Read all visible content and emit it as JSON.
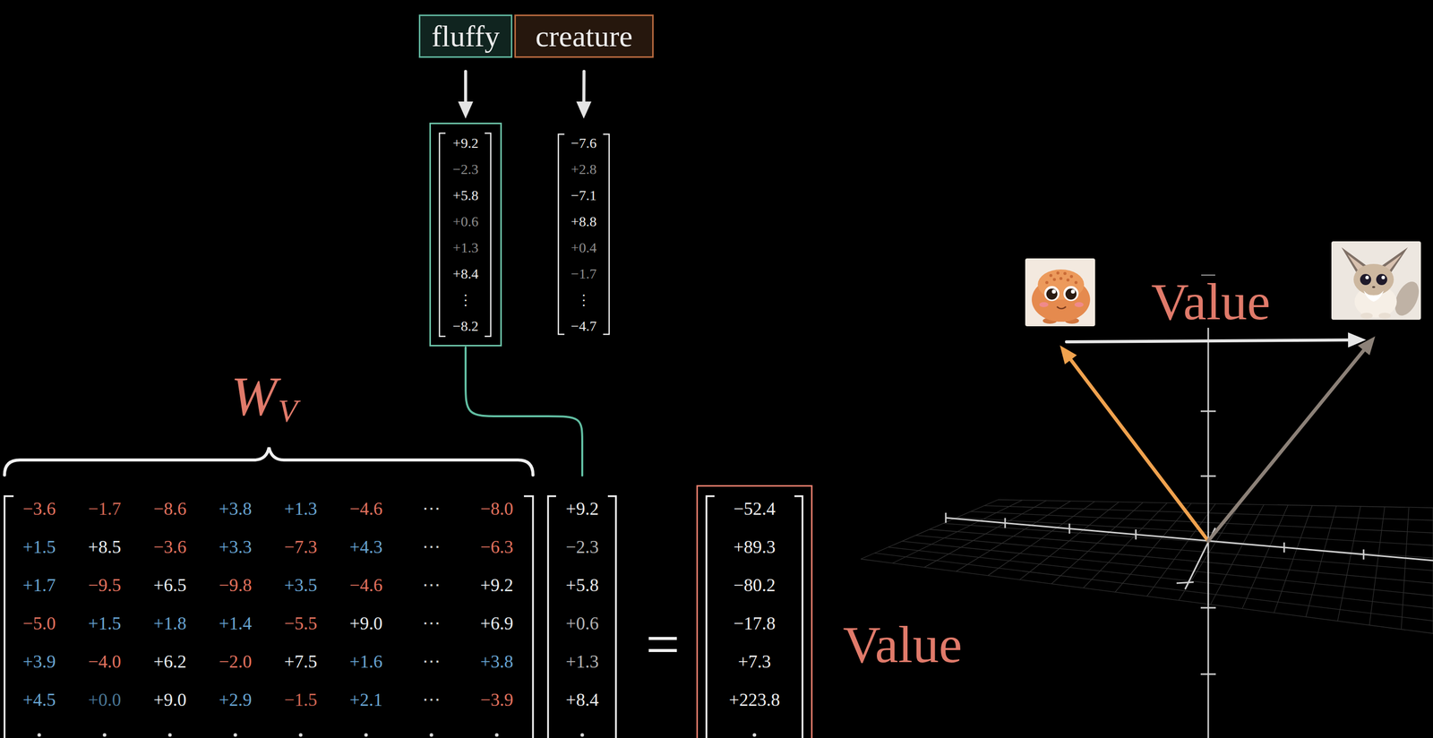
{
  "diagram": {
    "nodes": [
      {
        "text": [
          "fluffy"
        ]
      },
      {
        "text": [
          "creature"
        ]
      },
      {
        "text": [
          "+9.2",
          "−2.3",
          "+5.8",
          "+0.6",
          "+1.3",
          "+8.4",
          "⋮",
          "−8.2"
        ]
      },
      {
        "text": [
          "−7.6",
          "+2.8",
          "−7.1",
          "+8.8",
          "+0.4",
          "−1.7",
          "⋮",
          "−4.7"
        ]
      },
      {
        "text": [
          "−3.6",
          "−1.7",
          "−8.6",
          "+3.8",
          "+1.3",
          "−4.6",
          "⋯",
          "−8.0",
          "+1.5",
          "+8.5",
          "−3.6",
          "+3.3",
          "−7.3",
          "+4.3",
          "⋯",
          "−6.3",
          "+1.7",
          "−9.5",
          "+6.5",
          "−9.8",
          "+3.5",
          "−4.6",
          "⋯",
          "+9.2",
          "−5.0",
          "+1.5",
          "+1.8",
          "+1.4",
          "−5.5",
          "+9.0",
          "⋯",
          "+6.9",
          "+3.9",
          "−4.0",
          "+6.2",
          "−2.0",
          "+7.5",
          "+1.6",
          "⋯",
          "+3.8",
          "+4.5",
          "+0.0",
          "+9.0",
          "+2.9",
          "−1.5",
          "+2.1",
          "⋯",
          "−3.9"
        ]
      },
      {
        "text": [
          "+9.2",
          "−2.3",
          "+5.8",
          "+0.6",
          "+1.3",
          "+8.4"
        ]
      },
      {
        "text": [
          "−52.4",
          "+89.3",
          "−80.2",
          "−17.8",
          "+7.3",
          "+223.8"
        ]
      }
    ],
    "edges": [
      {
        "from": 0,
        "to": 2,
        "arrow": "to"
      },
      {
        "from": 1,
        "to": 3,
        "arrow": "to"
      },
      {
        "from": 2,
        "to": 5,
        "arrow": "none"
      }
    ],
    "labels": [
      "W",
      "V",
      "=",
      "Value",
      "Value"
    ]
  }
}
